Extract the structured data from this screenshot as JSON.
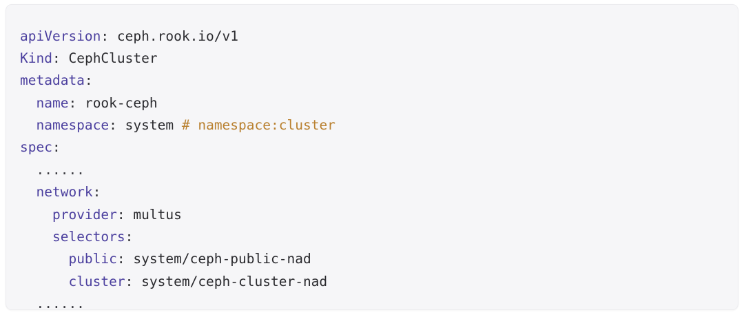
{
  "code_block": {
    "language": "yaml",
    "background_color": "#f6f6f8",
    "border_color": "#ececef",
    "colors": {
      "key": "#4b3f9e",
      "value": "#2a2a2e",
      "punctuation": "#2f2f33",
      "comment": "#b9802f"
    },
    "lines": [
      {
        "indent": "",
        "tokens": [
          {
            "type": "key",
            "text": "apiVersion"
          },
          {
            "type": "punct",
            "text": ":"
          },
          {
            "type": "plain",
            "text": " "
          },
          {
            "type": "value",
            "text": "ceph.rook.io/v1"
          }
        ]
      },
      {
        "indent": "",
        "tokens": [
          {
            "type": "key",
            "text": "Kind"
          },
          {
            "type": "punct",
            "text": ":"
          },
          {
            "type": "plain",
            "text": " "
          },
          {
            "type": "value",
            "text": "CephCluster"
          }
        ]
      },
      {
        "indent": "",
        "tokens": [
          {
            "type": "key",
            "text": "metadata"
          },
          {
            "type": "punct",
            "text": ":"
          }
        ]
      },
      {
        "indent": "  ",
        "tokens": [
          {
            "type": "key",
            "text": "name"
          },
          {
            "type": "punct",
            "text": ":"
          },
          {
            "type": "plain",
            "text": " "
          },
          {
            "type": "value",
            "text": "rook-ceph"
          }
        ]
      },
      {
        "indent": "  ",
        "tokens": [
          {
            "type": "key",
            "text": "namespace"
          },
          {
            "type": "punct",
            "text": ":"
          },
          {
            "type": "plain",
            "text": " "
          },
          {
            "type": "value",
            "text": "system"
          },
          {
            "type": "plain",
            "text": " "
          },
          {
            "type": "comment",
            "text": "# namespace:cluster"
          }
        ]
      },
      {
        "indent": "",
        "tokens": [
          {
            "type": "key",
            "text": "spec"
          },
          {
            "type": "punct",
            "text": ":"
          }
        ]
      },
      {
        "indent": "  ",
        "tokens": [
          {
            "type": "ellipsis",
            "text": "......"
          }
        ]
      },
      {
        "indent": "  ",
        "tokens": [
          {
            "type": "key",
            "text": "network"
          },
          {
            "type": "punct",
            "text": ":"
          }
        ]
      },
      {
        "indent": "    ",
        "tokens": [
          {
            "type": "key",
            "text": "provider"
          },
          {
            "type": "punct",
            "text": ":"
          },
          {
            "type": "plain",
            "text": " "
          },
          {
            "type": "value",
            "text": "multus"
          }
        ]
      },
      {
        "indent": "    ",
        "tokens": [
          {
            "type": "key",
            "text": "selectors"
          },
          {
            "type": "punct",
            "text": ":"
          }
        ]
      },
      {
        "indent": "      ",
        "tokens": [
          {
            "type": "key",
            "text": "public"
          },
          {
            "type": "punct",
            "text": ":"
          },
          {
            "type": "plain",
            "text": " "
          },
          {
            "type": "value",
            "text": "system/ceph-public-nad"
          }
        ]
      },
      {
        "indent": "      ",
        "tokens": [
          {
            "type": "key",
            "text": "cluster"
          },
          {
            "type": "punct",
            "text": ":"
          },
          {
            "type": "plain",
            "text": " "
          },
          {
            "type": "value",
            "text": "system/ceph-cluster-nad"
          }
        ]
      },
      {
        "indent": "  ",
        "tokens": [
          {
            "type": "ellipsis",
            "text": "......"
          }
        ]
      }
    ]
  }
}
